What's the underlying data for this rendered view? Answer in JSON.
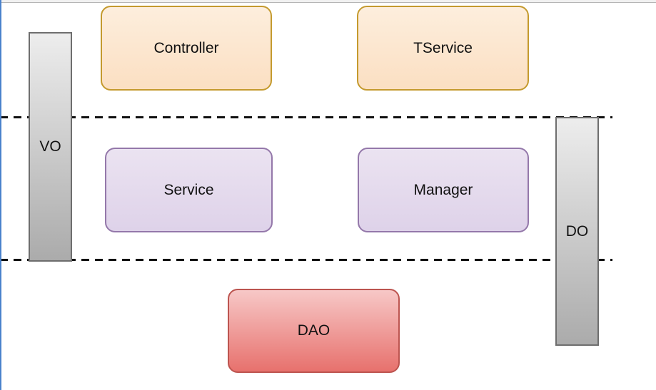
{
  "nodes": {
    "controller": {
      "label": "Controller"
    },
    "tservice": {
      "label": "TService"
    },
    "service": {
      "label": "Service"
    },
    "manager": {
      "label": "Manager"
    },
    "dao": {
      "label": "DAO"
    }
  },
  "bars": {
    "vo": {
      "label": "VO"
    },
    "do": {
      "label": "DO"
    }
  },
  "colors": {
    "orange_fill_top": "#fdeedd",
    "orange_fill_bottom": "#fbdfc2",
    "orange_border": "#c49a2e",
    "purple_fill_top": "#ebe3f1",
    "purple_fill_bottom": "#ded2e9",
    "purple_border": "#9478aa",
    "red_fill_top": "#f7c8c7",
    "red_fill_bottom": "#e7716d",
    "red_border": "#bc544f",
    "bar_fill_top": "#ededed",
    "bar_fill_bottom": "#ababab",
    "bar_border": "#6e6e6e",
    "dash": "#111111",
    "chrome_fill": "#f1f1f1",
    "chrome_edge": "#b5b5b5",
    "left_edge": "#4a82cc",
    "text": "#111111"
  }
}
